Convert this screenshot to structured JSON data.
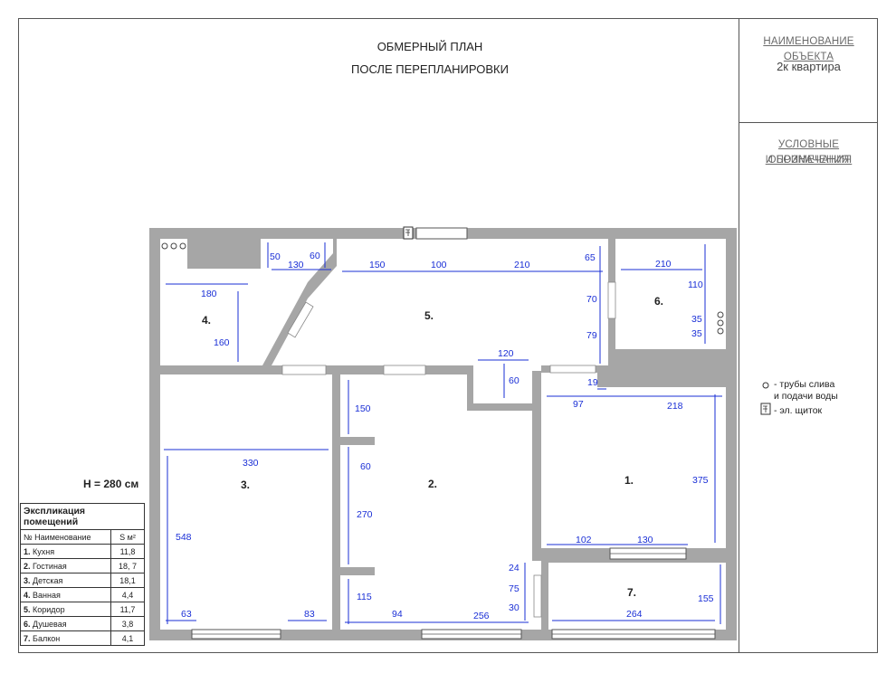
{
  "title": {
    "line1": "ОБМЕРНЫЙ ПЛАН",
    "line2": "ПОСЛЕ ПЕРЕПЛАНИРОВКИ"
  },
  "side_panel": {
    "object_heading": "НАИМЕНОВАНИЕ ОБЪЕКТА",
    "object_value": "2к квартира",
    "legend_heading_1": "УСЛОВНЫЕ ОБОЗНАЧЕНИЯ",
    "legend_heading_2": "И ПРИМЕЧАНИЯ"
  },
  "legend": {
    "pipes_1": "- трубы слива",
    "pipes_2": "и подачи воды",
    "panel": "- эл. щиток"
  },
  "height_note": "H = 280 см",
  "explication": {
    "title": "Экспликация помещений",
    "col_name": "№ Наименование",
    "col_area": "S  м²",
    "rows": [
      {
        "num": "1.",
        "name": "Кухня",
        "area": "11,8"
      },
      {
        "num": "2.",
        "name": "Гостиная",
        "area": "18, 7"
      },
      {
        "num": "3.",
        "name": "Детская",
        "area": "18,1"
      },
      {
        "num": "4.",
        "name": "Ванная",
        "area": "4,4"
      },
      {
        "num": "5.",
        "name": "Коридор",
        "area": "11,7"
      },
      {
        "num": "6.",
        "name": "Душевая",
        "area": "3,8"
      },
      {
        "num": "7.",
        "name": "Балкон",
        "area": "4,1"
      }
    ]
  },
  "rooms": {
    "r1": "1.",
    "r2": "2.",
    "r3": "3.",
    "r4": "4.",
    "r5": "5.",
    "r6": "6.",
    "r7": "7."
  },
  "dimensions": {
    "d_180": "180",
    "d_160": "160",
    "d_50": "50",
    "d_130a": "130",
    "d_60a": "60",
    "d_150a": "150",
    "d_100": "100",
    "d_210a": "210",
    "d_65": "65",
    "d_70": "70",
    "d_79": "79",
    "d_120": "120",
    "d_60b": "60",
    "d_210b": "210",
    "d_110": "110",
    "d_35a": "35",
    "d_35b": "35",
    "d_19": "19",
    "d_97": "97",
    "d_218": "218",
    "d_375": "375",
    "d_102": "102",
    "d_130b": "130",
    "d_330": "330",
    "d_548": "548",
    "d_63": "63",
    "d_83": "83",
    "d_150b": "150",
    "d_60c": "60",
    "d_270": "270",
    "d_115": "115",
    "d_94": "94",
    "d_256": "256",
    "d_24": "24",
    "d_75": "75",
    "d_30": "30",
    "d_155": "155",
    "d_264": "264"
  },
  "colors": {
    "wall": "#a6a6a6",
    "dimension": "#1a2fd6",
    "window": "#ffffff"
  }
}
